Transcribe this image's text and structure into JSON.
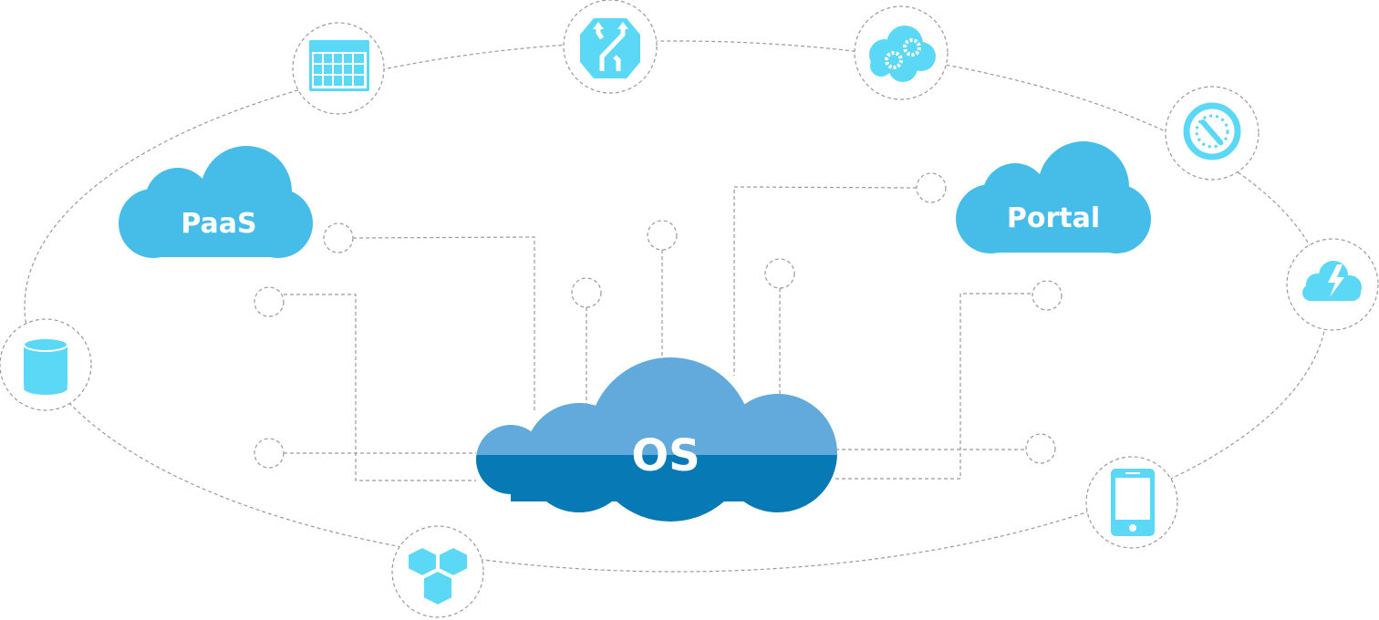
{
  "clouds": {
    "paas": {
      "label": "PaaS"
    },
    "portal": {
      "label": "Portal"
    },
    "os": {
      "label": "OS"
    }
  },
  "colors": {
    "icon": "#5ad8f5",
    "side_cloud": "#45bde8",
    "os_top": "#62a9dc",
    "os_bottom": "#077ab5",
    "connector": "#9a9a9a"
  },
  "icons": [
    "table-icon",
    "merge-arrows-icon",
    "cloud-gears-icon",
    "gauge-icon",
    "cloud-lightning-icon",
    "database-icon",
    "cubes-icon",
    "mobile-phone-icon"
  ]
}
